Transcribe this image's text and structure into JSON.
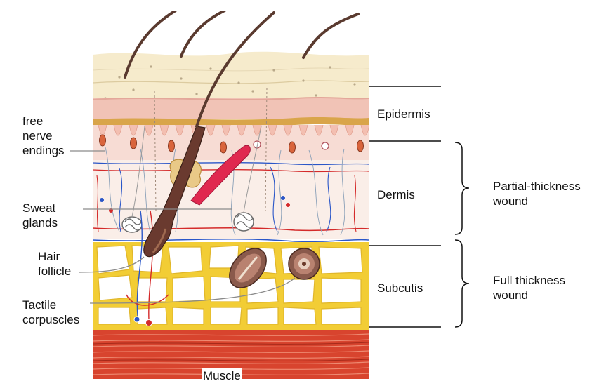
{
  "labels": {
    "free_nerve_endings": "free\nnerve\nendings",
    "sweat_glands": "Sweat\nglands",
    "hair_follicle": "Hair\nfollicle",
    "tactile_corpuscles": "Tactile\ncorpuscles",
    "epidermis": "Epidermis",
    "dermis": "Dermis",
    "subcutis": "Subcutis",
    "muscle": "Muscle",
    "partial_thickness_wound": "Partial-thickness\nwound",
    "full_thickness_wound": "Full thickness\nwound"
  },
  "colors": {
    "epidermis": "#f6ebcc",
    "papillary": "#f3bfb1",
    "dermis": "#faeee8",
    "subcutis_fat": "#f2cd35",
    "muscle": "#d8442e",
    "hair": "#5a3a2f",
    "arrector_muscle": "#e0284f",
    "vein": "#2a56c8",
    "artery": "#d42a2a"
  }
}
